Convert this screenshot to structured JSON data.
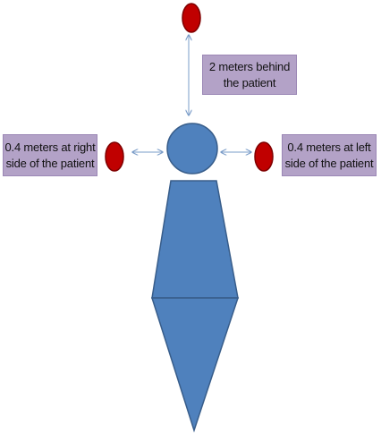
{
  "labels": {
    "behind": [
      "2 meters behind",
      "the patient"
    ],
    "right_side": [
      "0.4 meters at right",
      "side of the patient"
    ],
    "left_side": [
      "0.4 meters at left",
      "side of the patient"
    ]
  },
  "colors": {
    "figure_fill": "#4f81bd",
    "figure_stroke": "#385d8a",
    "marker_fill": "#c00000",
    "marker_stroke": "#7f0000",
    "arrow": "#7a9cc8",
    "label_fill": "#b3a2c7"
  }
}
